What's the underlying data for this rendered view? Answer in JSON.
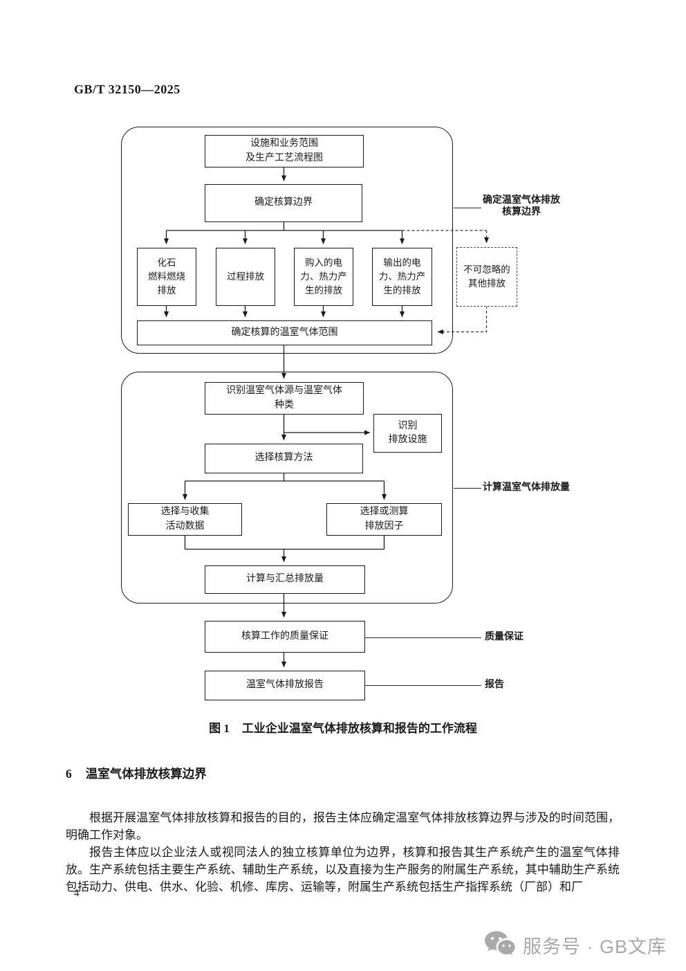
{
  "header": {
    "doc_code": "GB/T 32150—2025"
  },
  "figure": {
    "caption_label": "图 1",
    "caption_text": "工业企业温室气体排放核算和报告的工作流程",
    "boxes": {
      "facility_scope": "设施和业务范围\n及生产工艺流程图",
      "define_boundary": "确定核算边界",
      "fossil_fuel": "化石\n燃料燃烧\n排放",
      "process_emission": "过程排放",
      "purchased_power": "购入的电\n力、热力产\n生的排放",
      "exported_power": "输出的电\n力、热力产\n生的排放",
      "other_emission": "不可忽略的\n其他排放",
      "ghg_scope": "确定核算的温室气体范围",
      "identify_sources": "识别温室气体源与温室气体\n种类",
      "identify_facilities": "识别\n排放设施",
      "select_method": "选择核算方法",
      "activity_data": "选择与收集\n活动数据",
      "emission_factor": "选择或测算\n排放因子",
      "calculate_total": "计算与汇总排放量",
      "quality_assurance": "核算工作的质量保证",
      "ghg_report": "温室气体排放报告"
    },
    "side_labels": {
      "boundary": "确定温室气体排放\n核算边界",
      "calculation": "计算温室气体排放量",
      "qa": "质量保证",
      "report": "报告"
    }
  },
  "section": {
    "number": "6",
    "title": "温室气体排放核算边界",
    "para1": "根据开展温室气体排放核算和报告的目的，报告主体应确定温室气体排放核算边界与涉及的时间范围，明确工作对象。",
    "para2": "报告主体应以企业法人或视同法人的独立核算单位为边界，核算和报告其生产系统产生的温室气体排放。生产系统包括主要生产系统、辅助生产系统，以及直接为生产服务的附属生产系统，其中辅助生产系统包括动力、供电、供水、化验、机修、库房、运输等，附属生产系统包括生产指挥系统（厂部）和厂"
  },
  "footer": {
    "page_number": "4",
    "watermark": "服务号 · GB文库"
  },
  "colors": {
    "ink": "#1a1a1a",
    "watermark_gray": "#a9a9a9"
  }
}
